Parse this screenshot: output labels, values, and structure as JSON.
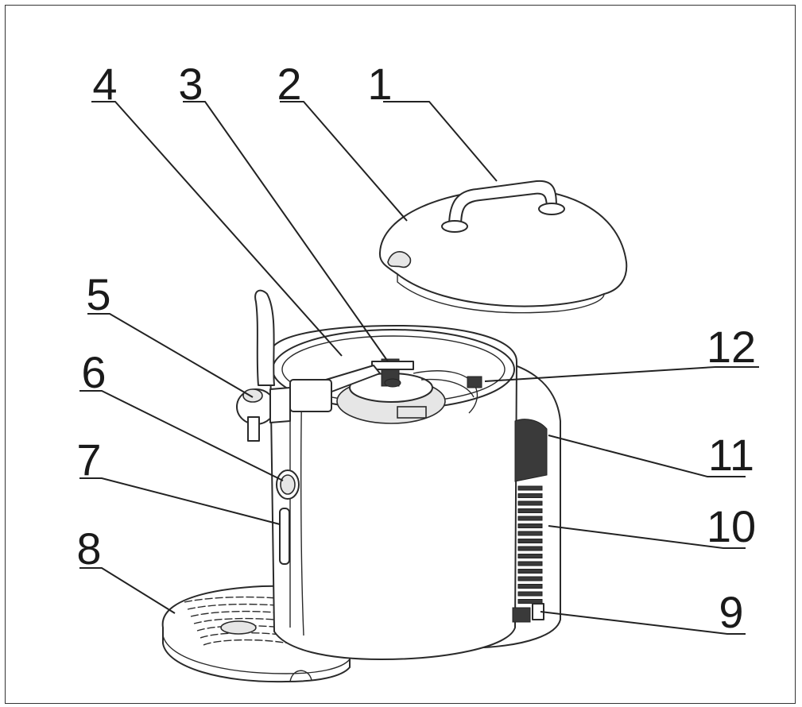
{
  "callouts": [
    {
      "id": "1",
      "label": "1"
    },
    {
      "id": "2",
      "label": "2"
    },
    {
      "id": "3",
      "label": "3"
    },
    {
      "id": "4",
      "label": "4"
    },
    {
      "id": "5",
      "label": "5"
    },
    {
      "id": "6",
      "label": "6"
    },
    {
      "id": "7",
      "label": "7"
    },
    {
      "id": "8",
      "label": "8"
    },
    {
      "id": "9",
      "label": "9"
    },
    {
      "id": "10",
      "label": "10"
    },
    {
      "id": "11",
      "label": "11"
    },
    {
      "id": "12",
      "label": "12"
    }
  ],
  "colors": {
    "line": "#2a2a2a",
    "background": "#ffffff",
    "shade": "#e6e6e6"
  }
}
